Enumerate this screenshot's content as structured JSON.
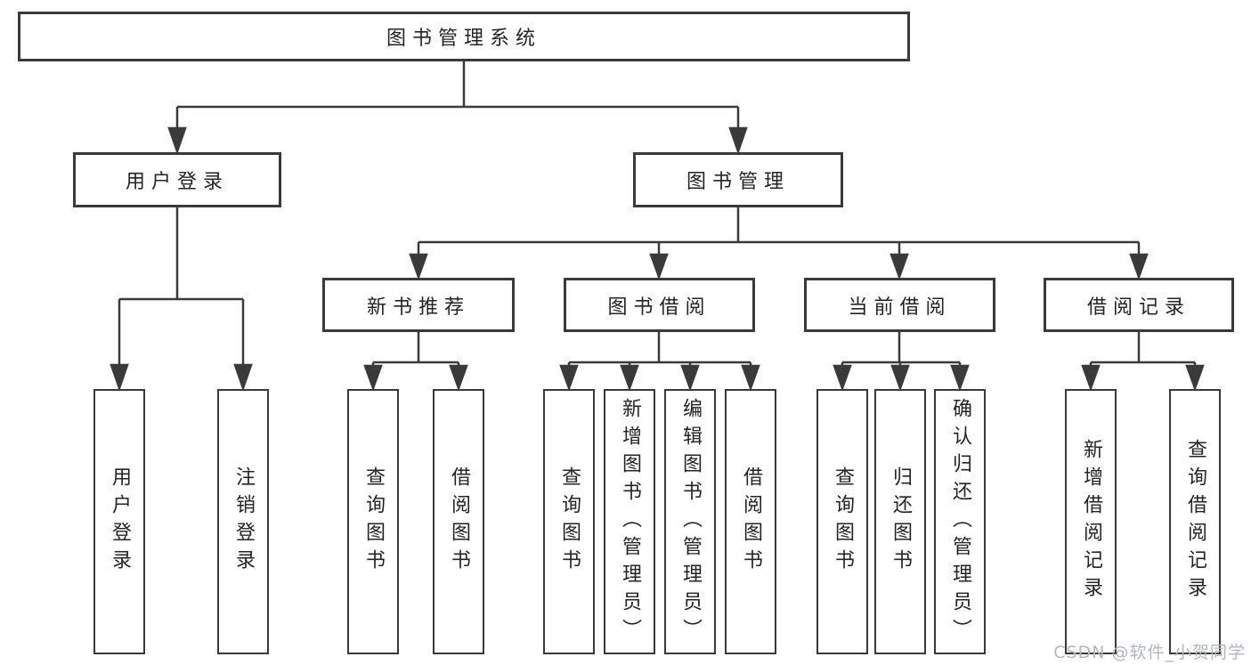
{
  "diagram": {
    "title_node": "图书管理系统",
    "branches": {
      "user_login": {
        "label": "用户登录",
        "children": [
          "用户登录",
          "注销登录"
        ]
      },
      "book_management": {
        "label": "图书管理",
        "sections": [
          {
            "label": "新书推荐",
            "children": [
              "查询图书",
              "借阅图书"
            ]
          },
          {
            "label": "图书借阅",
            "children": [
              "查询图书",
              "新增图书（管理员）",
              "编辑图书（管理员）",
              "借阅图书"
            ]
          },
          {
            "label": "当前借阅",
            "children": [
              "查询图书",
              "归还图书",
              "确认归还（管理员）"
            ]
          },
          {
            "label": "借阅记录",
            "children": [
              "新增借阅记录",
              "查询借阅记录"
            ]
          }
        ]
      }
    }
  },
  "watermark": "CSDN @软件_小贺同学",
  "colors": {
    "line": "#3a3a3a",
    "text": "#242424",
    "watermark": "#b3b6be",
    "background": "#ffffff"
  }
}
